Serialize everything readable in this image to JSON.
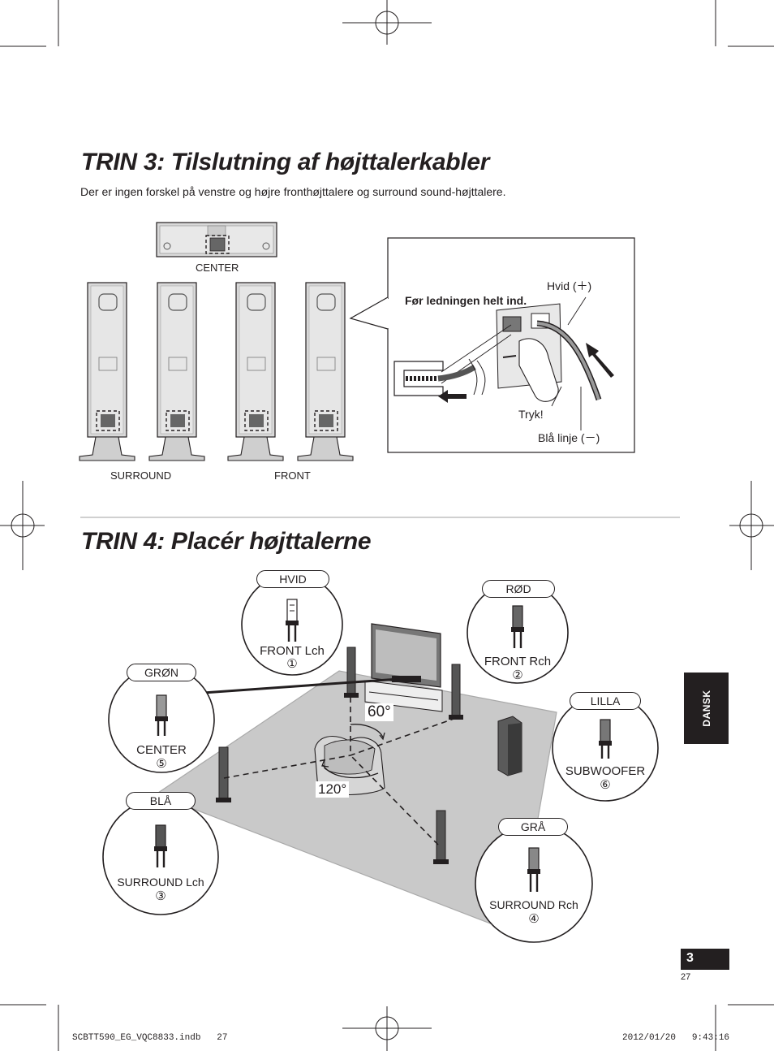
{
  "step3": {
    "title": "TRIN 3: Tilslutning af højttalerkabler",
    "intro": "Der er ingen forskel på venstre og højre fronthøjttalere og surround sound-højttalere.",
    "labels": {
      "center": "CENTER",
      "surround": "SURROUND",
      "front": "FRONT"
    },
    "callout": {
      "instruction": "Før ledningen helt ind.",
      "white": "Hvid (＋)",
      "push": "Tryk!",
      "blue": "Blå linje (－)"
    }
  },
  "step4": {
    "title": "TRIN 4: Placér højttalerne",
    "speakers": [
      {
        "color": "HVID",
        "name": "FRONT Lch",
        "num": "①"
      },
      {
        "color": "RØD",
        "name": "FRONT Rch",
        "num": "②"
      },
      {
        "color": "GRØN",
        "name": "CENTER",
        "num": "⑤"
      },
      {
        "color": "LILLA",
        "name": "SUBWOOFER",
        "num": "⑥"
      },
      {
        "color": "BLÅ",
        "name": "SURROUND Lch",
        "num": "③"
      },
      {
        "color": "GRÅ",
        "name": "SURROUND Rch",
        "num": "④"
      }
    ],
    "angle_front": "60°",
    "angle_rear": "120°"
  },
  "side_tab": "DANSK",
  "page": {
    "number": "3",
    "sub": "27"
  },
  "footer": {
    "file": "SCBTT590_EG_VQC8833.indb   27",
    "date": "2012/01/20   9:43:16"
  }
}
